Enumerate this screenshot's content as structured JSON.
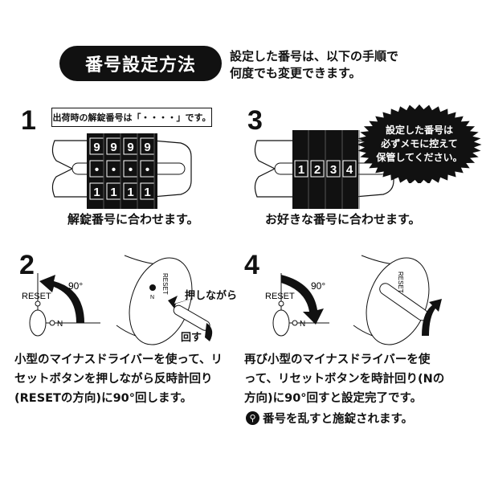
{
  "title": "番号設定方法",
  "intro": [
    "設定した番号は、以下の手順で",
    "何度でも変更できます。"
  ],
  "steps": {
    "s1": {
      "number": "1",
      "factory_note": "出荷時の解錠番号は「・・・・」です。",
      "dials_top": [
        "9",
        "9",
        "9",
        "9"
      ],
      "dials_mid": [
        "•",
        "•",
        "•",
        "•"
      ],
      "dials_bottom": [
        "1",
        "1",
        "1",
        "1"
      ],
      "caption": "解錠番号に合わせます。"
    },
    "s3": {
      "number": "3",
      "dials": [
        "1",
        "2",
        "3",
        "4"
      ],
      "caption": "お好きな番号に合わせます。",
      "memo": [
        "設定した番号は",
        "必ずメモに控えて",
        "保管してください。"
      ]
    },
    "s2": {
      "number": "2",
      "angle": "90°",
      "reset": "RESET",
      "n": "N",
      "push": "押しながら",
      "turn": "回す",
      "text": [
        "小型のマイナスドライバーを使って、リ",
        "セットボタンを押しながら反時計回り",
        "(RESETの方向)に90°回します。"
      ]
    },
    "s4": {
      "number": "4",
      "angle": "90°",
      "reset": "RESET",
      "n": "N",
      "text": [
        "再び小型のマイナスドライバーを使",
        "って、リセットボタンを時計回り(Nの",
        "方向)に90°回すと設定完了です。"
      ]
    }
  },
  "note": {
    "icon": "key-icon",
    "text": "番号を乱すと施錠されます。"
  }
}
